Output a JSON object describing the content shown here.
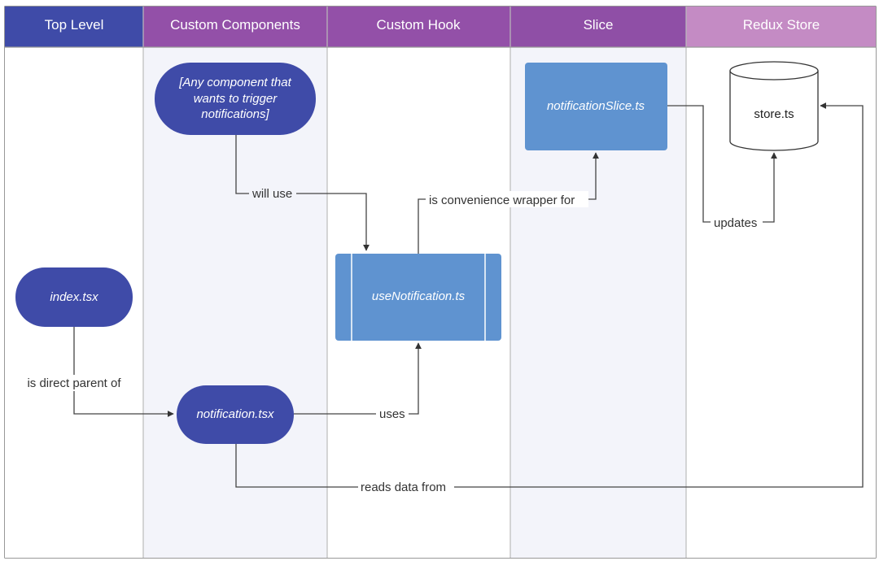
{
  "lanes": [
    {
      "title": "Top Level",
      "color": "#3F4BA8"
    },
    {
      "title": "Custom Components",
      "color": "#9350A8"
    },
    {
      "title": "Custom Hook",
      "color": "#9350A8"
    },
    {
      "title": "Slice",
      "color": "#9350A8"
    },
    {
      "title": "Redux Store",
      "color": "#C48BC4"
    }
  ],
  "nodes": {
    "any_component": {
      "lines": [
        "[Any component that",
        "wants to trigger",
        "notifications]"
      ]
    },
    "index": {
      "label": "index.tsx"
    },
    "notification": {
      "label": "notification.tsx"
    },
    "use_notification": {
      "label": "useNotification.ts"
    },
    "notification_slice": {
      "label": "notificationSlice.ts"
    },
    "store": {
      "label": "store.ts"
    }
  },
  "edges": {
    "will_use": "will use",
    "is_direct_parent_of": "is direct parent of",
    "uses": "uses",
    "is_convenience_wrapper_for": "is convenience wrapper for",
    "updates": "updates",
    "reads_data_from": "reads data from"
  },
  "colors": {
    "pill_node": "#3F4BA8",
    "box_node": "#5F93D0",
    "lane_body": "#F3F4FA",
    "lane_border": "#BBBBBB"
  }
}
